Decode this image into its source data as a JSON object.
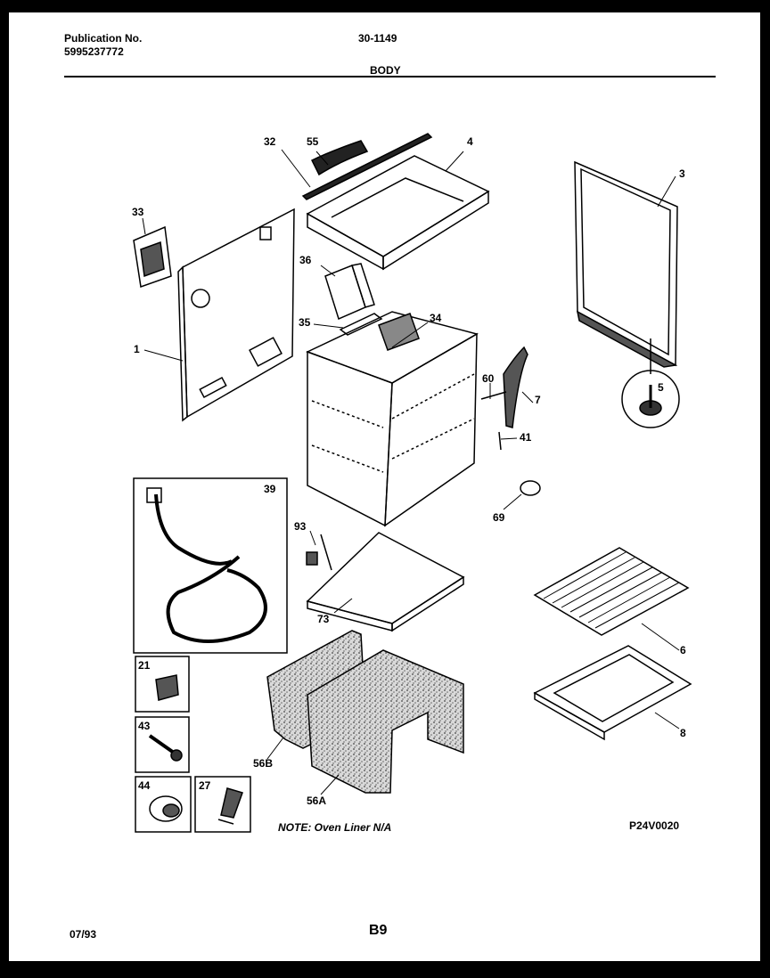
{
  "header": {
    "publication_label": "Publication No.",
    "publication_number": "5995237772",
    "model_code": "30-1149",
    "section_title": "BODY"
  },
  "footer": {
    "date": "07/93",
    "page": "B9",
    "note": "NOTE: Oven Liner N/A",
    "figure_id": "P24V0020"
  },
  "parts": {
    "p1": "1",
    "p3": "3",
    "p4": "4",
    "p5": "5",
    "p6": "6",
    "p7": "7",
    "p8": "8",
    "p21": "21",
    "p27": "27",
    "p32": "32",
    "p33": "33",
    "p34": "34",
    "p35": "35",
    "p36": "36",
    "p39": "39",
    "p41": "41",
    "p43": "43",
    "p44": "44",
    "p55": "55",
    "p56a": "56A",
    "p56b": "56B",
    "p60": "60",
    "p69": "69",
    "p73": "73",
    "p93": "93"
  }
}
